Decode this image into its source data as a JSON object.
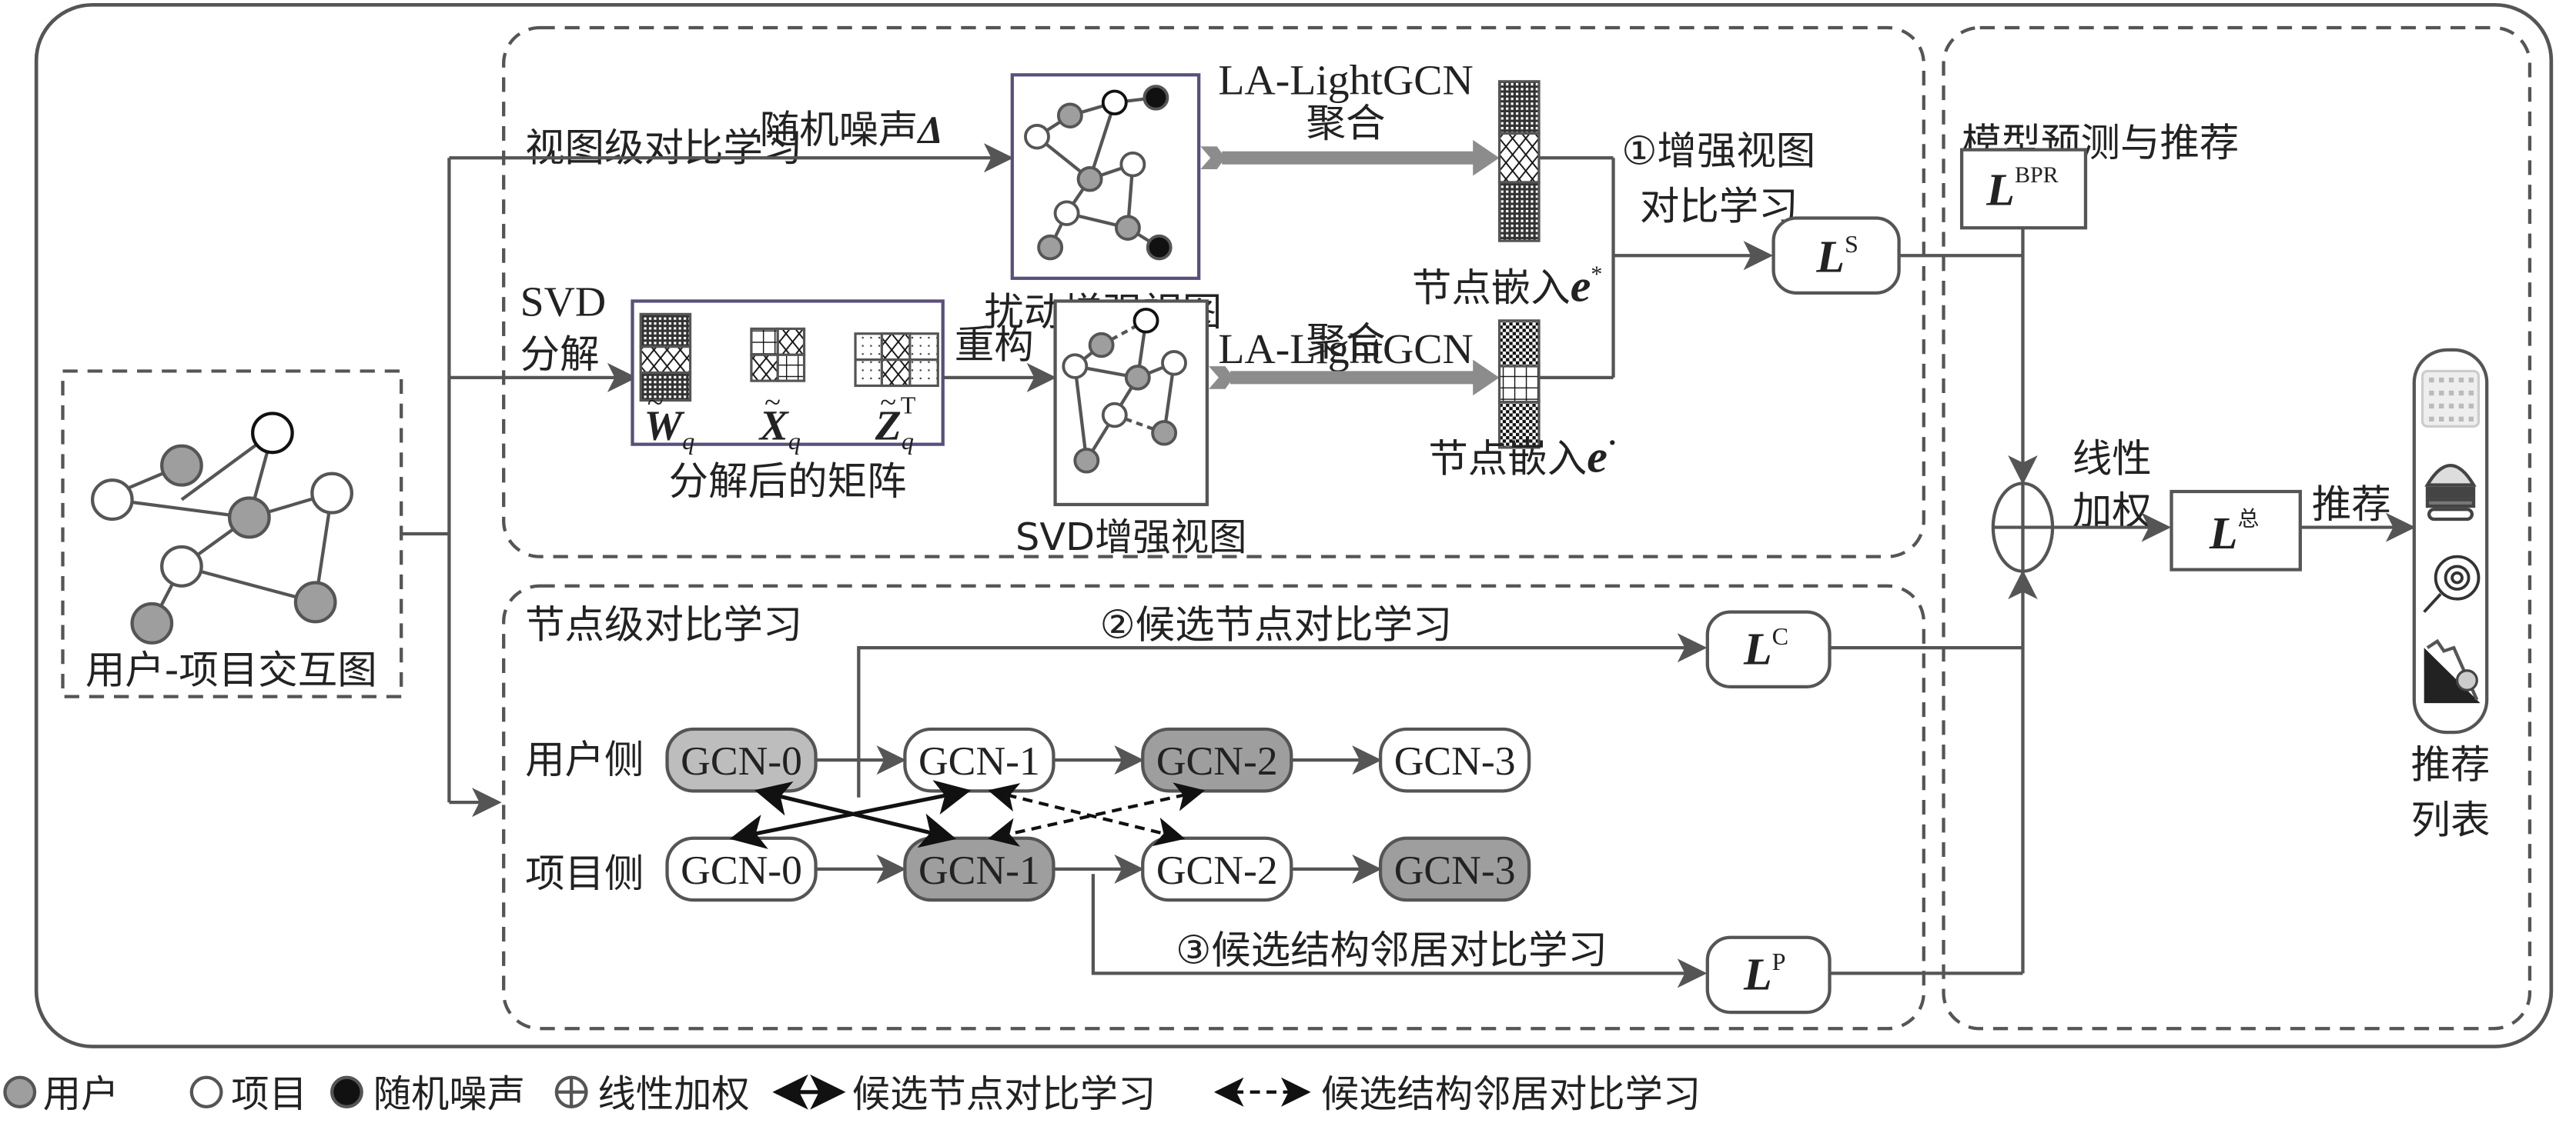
{
  "panels": {
    "view_level": {
      "title": "视图级对比学习"
    },
    "node_level": {
      "title": "节点级对比学习"
    },
    "prediction": {
      "title": "模型预测与推荐"
    }
  },
  "input_graph": {
    "label": "用户-项目交互图"
  },
  "view_branch": {
    "noise_label": "随机噪声",
    "noise_symbol": "Δ",
    "perturbed_view_label": "扰动增强视图",
    "svd_label_line1": "SVD",
    "svd_label_line2": "分解",
    "matrices": [
      {
        "symbol": "W",
        "sub": "q",
        "sup": ""
      },
      {
        "symbol": "X",
        "sub": "q",
        "sup": ""
      },
      {
        "symbol": "Z",
        "sub": "q",
        "sup": "T"
      }
    ],
    "matrices_caption": "分解后的矩阵",
    "reconstruct_label": "重构",
    "svd_view_label": "SVD增强视图",
    "aggregation_top_line1": "LA-LightGCN",
    "aggregation_top_line2": "聚合",
    "aggregation_bottom_line1": "LA-LightGCN",
    "aggregation_bottom_line2": "聚合",
    "embedding_top_label": "节点嵌入",
    "embedding_top_symbol": "e",
    "embedding_top_sup": "*",
    "embedding_bottom_label": "节点嵌入",
    "embedding_bottom_symbol": "e",
    "embedding_bottom_sup": "·",
    "cl_label_line1": "①增强视图",
    "cl_label_line2": "对比学习"
  },
  "node_branch": {
    "candidate_node_cl": "②候选节点对比学习",
    "candidate_struct_cl": "③候选结构邻居对比学习",
    "user_side_label": "用户侧",
    "item_side_label": "项目侧",
    "user_layers": [
      {
        "label": "GCN-0",
        "style": "user-light"
      },
      {
        "label": "GCN-1",
        "style": "item"
      },
      {
        "label": "GCN-2",
        "style": "user"
      },
      {
        "label": "GCN-3",
        "style": "item"
      }
    ],
    "item_layers": [
      {
        "label": "GCN-0",
        "style": "item"
      },
      {
        "label": "GCN-1",
        "style": "user"
      },
      {
        "label": "GCN-2",
        "style": "item"
      },
      {
        "label": "GCN-3",
        "style": "user"
      }
    ]
  },
  "losses": {
    "L_symbol": "L",
    "ls_sup": "S",
    "lc_sup": "C",
    "lp_sup": "P",
    "bpr_sup": "BPR",
    "total_sup": "总"
  },
  "prediction": {
    "linear_weight_line1": "线性",
    "linear_weight_line2": "加权",
    "recommend_label": "推荐",
    "list_label_line1": "推荐",
    "list_label_line2": "列表",
    "items": [
      "waffle-icon",
      "burger-icon",
      "lollipop-icon",
      "sandwich-icon"
    ]
  },
  "legend": [
    {
      "icon": "user-node",
      "label": "用户"
    },
    {
      "icon": "item-node",
      "label": "项目"
    },
    {
      "icon": "noise-node",
      "label": "随机噪声"
    },
    {
      "icon": "oplus",
      "label": "线性加权"
    },
    {
      "icon": "solid-double-arrow",
      "label": "候选节点对比学习"
    },
    {
      "icon": "dashed-double-arrow",
      "label": "候选结构邻居对比学习"
    }
  ],
  "colors": {
    "user_fill": "#9e9e9e",
    "user_light_fill": "#bdbdbd",
    "item_fill": "#ffffff",
    "noise_fill": "#111111",
    "stroke": "#555555",
    "agg_arrow": "#8c8c8c",
    "matrix_border": "#5a4f7a"
  }
}
